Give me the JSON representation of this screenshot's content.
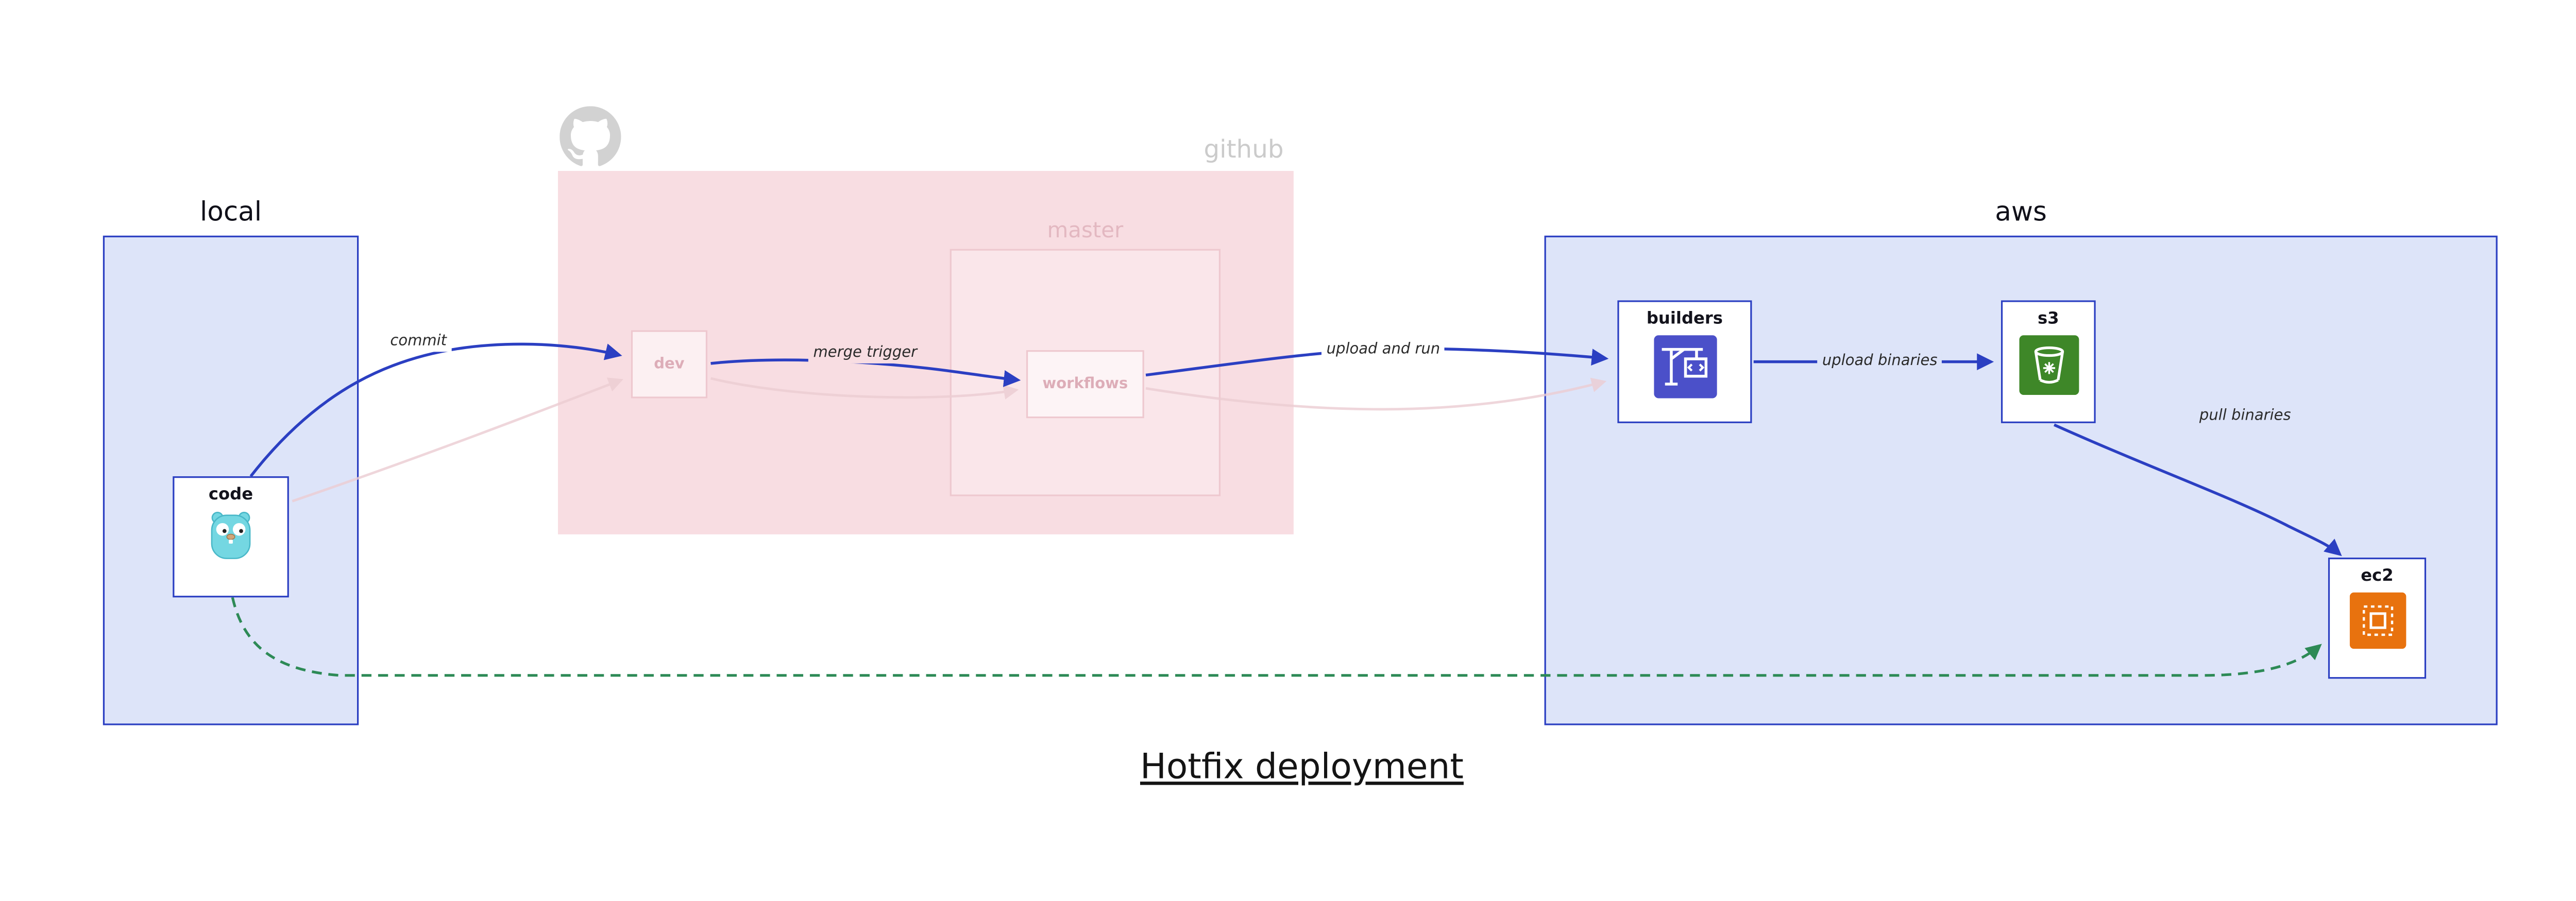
{
  "title": "Hotfix deployment",
  "groups": {
    "local": {
      "label": "local"
    },
    "github": {
      "label": "github"
    },
    "master": {
      "label": "master"
    },
    "aws": {
      "label": "aws"
    }
  },
  "nodes": {
    "code": {
      "label": "code",
      "icon": "gopher-icon"
    },
    "dev": {
      "label": "dev"
    },
    "workflows": {
      "label": "workflows"
    },
    "builders": {
      "label": "builders",
      "icon": "crane-icon"
    },
    "s3": {
      "label": "s3",
      "icon": "bucket-icon"
    },
    "ec2": {
      "label": "ec2",
      "icon": "chip-icon"
    }
  },
  "edges": {
    "commit": {
      "label": "commit"
    },
    "merge_trigger": {
      "label": "merge trigger"
    },
    "upload_and_run": {
      "label": "upload and run"
    },
    "upload_binaries": {
      "label": "upload binaries"
    },
    "pull_binaries": {
      "label": "pull binaries"
    }
  },
  "colors": {
    "container_border": "#2b3fc2",
    "container_fill": "#dde4f9",
    "github_fill": "#f8dde2",
    "faded_pink": "#eccdd3",
    "arrow_blue": "#2b3fc2",
    "arrow_green": "#2d8a56",
    "builders_icon_bg": "#4b50c9",
    "s3_icon_bg": "#3e8728",
    "ec2_icon_bg": "#e8720e",
    "gopher_teal": "#74d7e2"
  }
}
